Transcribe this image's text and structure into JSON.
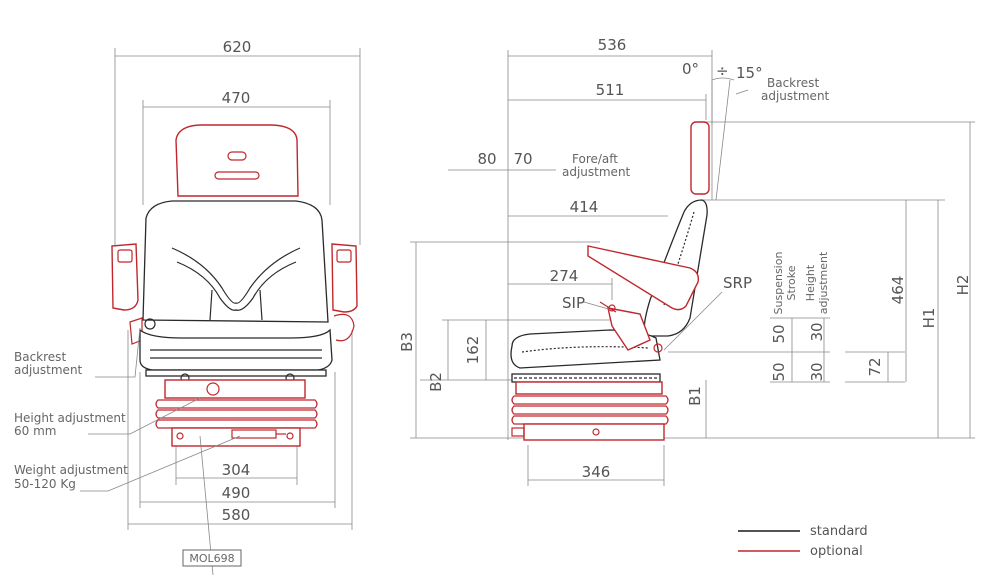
{
  "front_view": {
    "dims": {
      "overall_width": "620",
      "seat_width": "470",
      "base_304": "304",
      "base_490": "490",
      "base_580": "580"
    },
    "callouts": {
      "backrest_line1": "Backrest",
      "backrest_line2": "adjustment",
      "height_line1": "Height adjustment",
      "height_line2": "60 mm",
      "weight_line1": "Weight adjustment",
      "weight_line2": "50-120 Kg"
    },
    "model_code": "MOL698"
  },
  "side_view": {
    "dims": {
      "d536": "536",
      "d511": "511",
      "d414": "414",
      "d274": "274",
      "d346": "346",
      "d80": "80",
      "d70": "70",
      "d162": "162",
      "d464": "464",
      "d50a": "50",
      "d50b": "50",
      "d30a": "30",
      "d30b": "30",
      "d72": "72"
    },
    "angles": {
      "min": "0°",
      "sep": "÷",
      "max": "15°"
    },
    "labels": {
      "backrest_line1": "Backrest",
      "backrest_line2": "adjustment",
      "foreaft_line1": "Fore/aft",
      "foreaft_line2": "adjustment",
      "sip": "SIP",
      "srp": "SRP",
      "suspension_line1": "Suspension",
      "suspension_line2": "Stroke",
      "height_line1": "Height",
      "height_line2": "adjustment",
      "b1": "B1",
      "b2": "B2",
      "b3": "B3",
      "h1": "H1",
      "h2": "H2"
    }
  },
  "legend": {
    "standard": "standard",
    "optional": "optional"
  },
  "colors": {
    "standard": "#1a1a1a",
    "optional": "#c0272d",
    "dimension": "#888888"
  }
}
